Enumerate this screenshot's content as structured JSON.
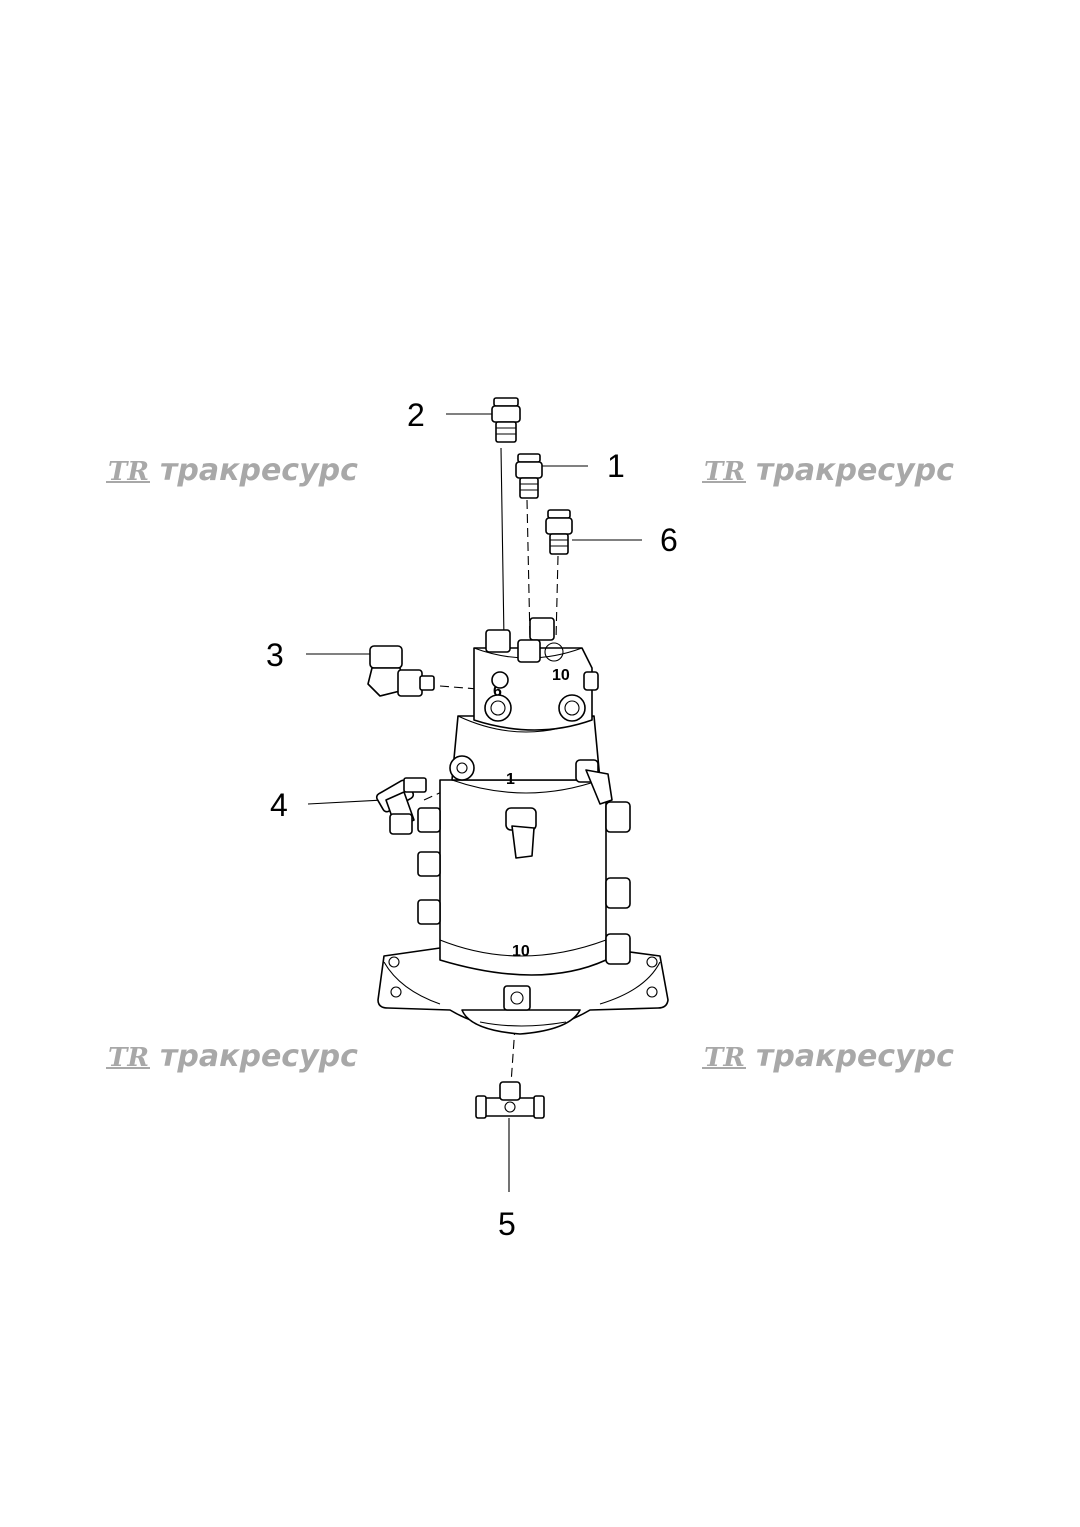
{
  "watermark": {
    "text": "тракресурс",
    "logo": "TR",
    "color": "#a8a8a8"
  },
  "callouts": [
    "1",
    "2",
    "3",
    "4",
    "5",
    "6"
  ],
  "body_marks": {
    "top_block_left": "6",
    "top_block_right": "10",
    "middle": "1",
    "bottom": "10"
  }
}
